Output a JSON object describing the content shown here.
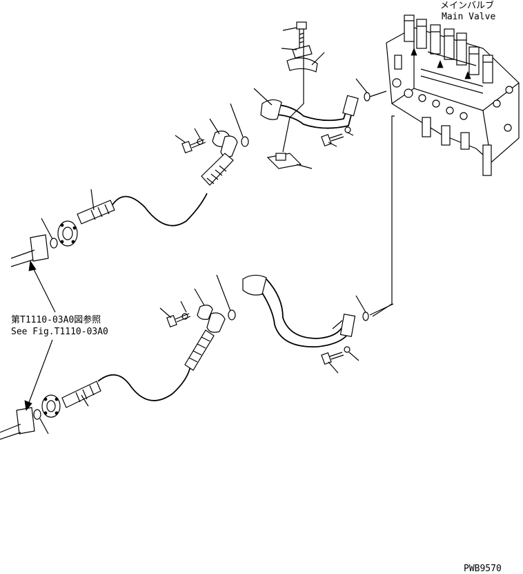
{
  "diagram": {
    "main_valve_label_jp": "メインバルブ",
    "main_valve_label_en": "Main Valve",
    "see_fig_jp": "第T1110-03A0図参照",
    "see_fig_en": "See Fig.T1110-03A0",
    "drawing_number": "PWB9570"
  }
}
